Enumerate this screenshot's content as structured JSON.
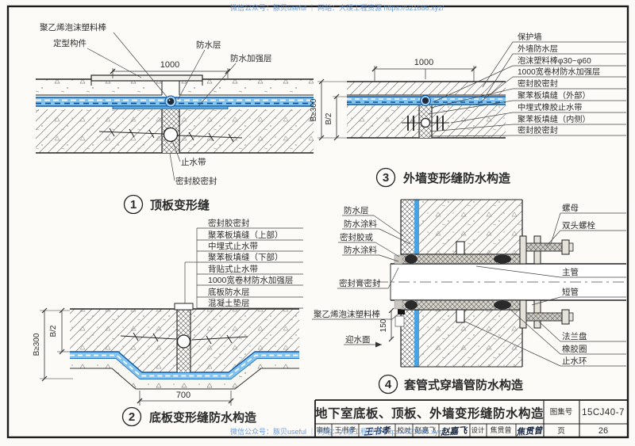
{
  "watermark": {
    "top": "微信公众号：豚贝useful ｜ 网站：大璞工程资源 https://521686.xyz/",
    "bottom": "微信公众号：豚贝useful ｜ 网站：大璞工程资源 https://521686.xyz/"
  },
  "d1": {
    "num": "1",
    "caption": "顶板变形缝",
    "dim_width": "1000",
    "label_foam_rod": "聚乙烯泡沫塑料棒",
    "label_shaped": "定型构件",
    "label_wp": "防水层",
    "label_reinforce": "防水加强层",
    "label_waterstop": "止水带",
    "label_sealant": "密封胶密封"
  },
  "d2": {
    "num": "2",
    "caption": "底板变形缝防水构造",
    "dim_width": "700",
    "dim_depth": "B≥300",
    "dim_half": "B/2",
    "labels": [
      "密封胶密封",
      "聚苯板填缝（上部）",
      "中埋式止水带",
      "聚苯板填缝（下部）",
      "背贴式止水带",
      "1000宽卷材防水加强层",
      "底板防水层",
      "混凝土垫层"
    ]
  },
  "d3": {
    "num": "3",
    "caption": "外墙变形缝防水构造",
    "dim_width": "1000",
    "dim_depth": "B≥300",
    "dim_half": "B/2",
    "labels": [
      "保护墙",
      "外墙防水层",
      "泡沫塑料棒φ30~φ60",
      "1000宽卷材防水加强层",
      "密封胶密封",
      "聚苯板填缝（外部）",
      "中埋式橡胶止水带",
      "聚苯板填缝（内侧）",
      "密封胶密封"
    ]
  },
  "d4": {
    "num": "4",
    "caption": "套管式穿墙管防水构造",
    "dim_offset": "150",
    "left_labels": [
      "防水层",
      "防水涂料",
      "密封胶或",
      "防水涂料"
    ],
    "label_sealant_paste": "密封膏密封",
    "label_foam_rod": "聚乙烯泡沫塑料棒",
    "label_water_face": "迎水面",
    "right_labels": [
      "螺母",
      "双头螺栓",
      "主管",
      "短管",
      "法兰盘",
      "橡胶圈",
      "止水环"
    ]
  },
  "titleblock": {
    "title": "地下室底板、顶板、外墙变形缝防水构造",
    "atlas_label": "图集号",
    "atlas_no": "15CJ40-7",
    "page_label": "页",
    "page_no": "26",
    "review_label": "审核",
    "review_name": "王书孝",
    "review_sign": "王书孝",
    "check_label": "校对",
    "check_name": "赵嘉飞",
    "check_sign": "赵嘉飞",
    "design_label": "设计",
    "design_name": "焦贯曾",
    "design_sign": "焦贯曾"
  },
  "colors": {
    "membrane_blue": "#82c4ee",
    "membrane_dark": "#0d57a5",
    "watermark_blue": "#5b8fd4",
    "line": "#2b2b2b"
  }
}
